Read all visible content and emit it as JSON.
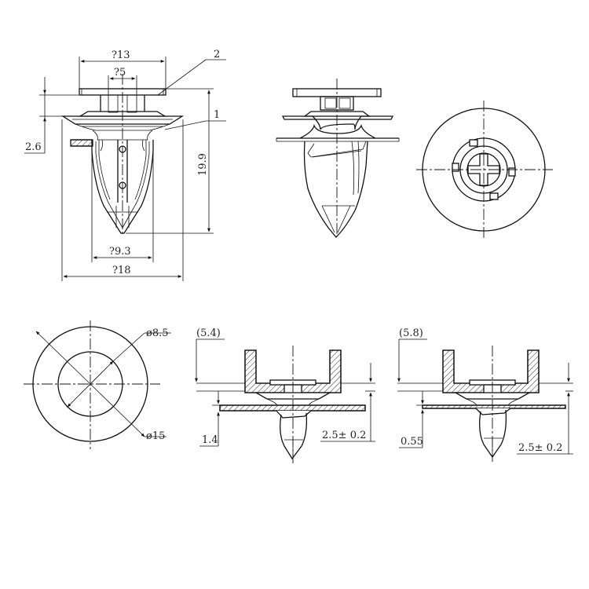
{
  "front_view": {
    "dim_cap_dia": "?13",
    "dim_shaft_dia": "?5",
    "dim_cap_thickness": "2.6",
    "dim_total_height": "19.9",
    "dim_tip_dia": "?9.3",
    "dim_skirt_dia": "?18",
    "callout_1": "1",
    "callout_2": "2"
  },
  "ring_view": {
    "dim_inner_dia": "ø8.5",
    "dim_outer_dia": "ø15"
  },
  "install_view_left": {
    "dim_gap_top": "(5.4)",
    "dim_panel_thickness": "1.4",
    "dim_hole": "2.5± 0.2"
  },
  "install_view_right": {
    "dim_gap_top": "(5.8)",
    "dim_panel_thickness": "0.55",
    "dim_hole": "2.5± 0.2"
  }
}
